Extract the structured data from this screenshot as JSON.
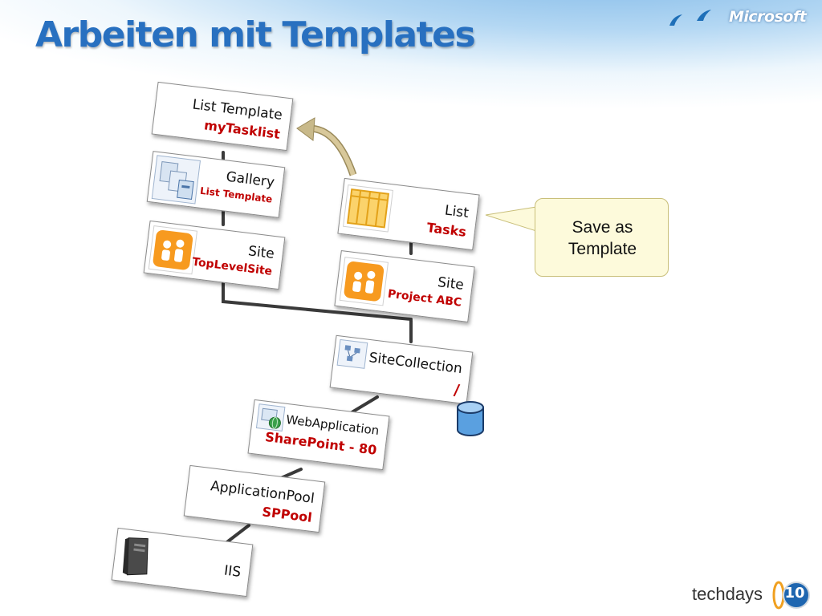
{
  "slide": {
    "title": "Arbeiten mit Templates",
    "brand_logo": "Microsoft",
    "event_logo_text": "techdays",
    "event_logo_number": "10"
  },
  "diagram": {
    "nodes": {
      "list_template": {
        "label": "List Template",
        "value": "myTasklist",
        "icon": null
      },
      "gallery": {
        "label": "Gallery",
        "value": "List Template",
        "icon": "gallery-icon"
      },
      "site_top": {
        "label": "Site",
        "value": "TopLevelSite",
        "icon": "site-people-icon"
      },
      "list": {
        "label": "List",
        "value": "Tasks",
        "icon": "list-table-icon"
      },
      "site_project": {
        "label": "Site",
        "value": "Project ABC",
        "icon": "site-people-icon"
      },
      "site_collection": {
        "label": "SiteCollection",
        "value": "/",
        "icon": "site-collection-icon"
      },
      "web_application": {
        "label": "WebApplication",
        "value": "SharePoint - 80",
        "icon": "web-application-icon"
      },
      "application_pool": {
        "label": "ApplicationPool",
        "value": "SPPool",
        "icon": null
      },
      "iis": {
        "label": "IIS",
        "value": "",
        "icon": "server-icon"
      }
    },
    "database_icon": "database-icon",
    "save_arrow": "curved-arrow-icon",
    "callout": {
      "line1": "Save as",
      "line2": "Template"
    }
  },
  "colors": {
    "title": "#2870c0",
    "value_text": "#c00000",
    "connector": "#3a3a3a",
    "callout_bg": "#fdfadb",
    "arrow": "#c8b98a"
  }
}
